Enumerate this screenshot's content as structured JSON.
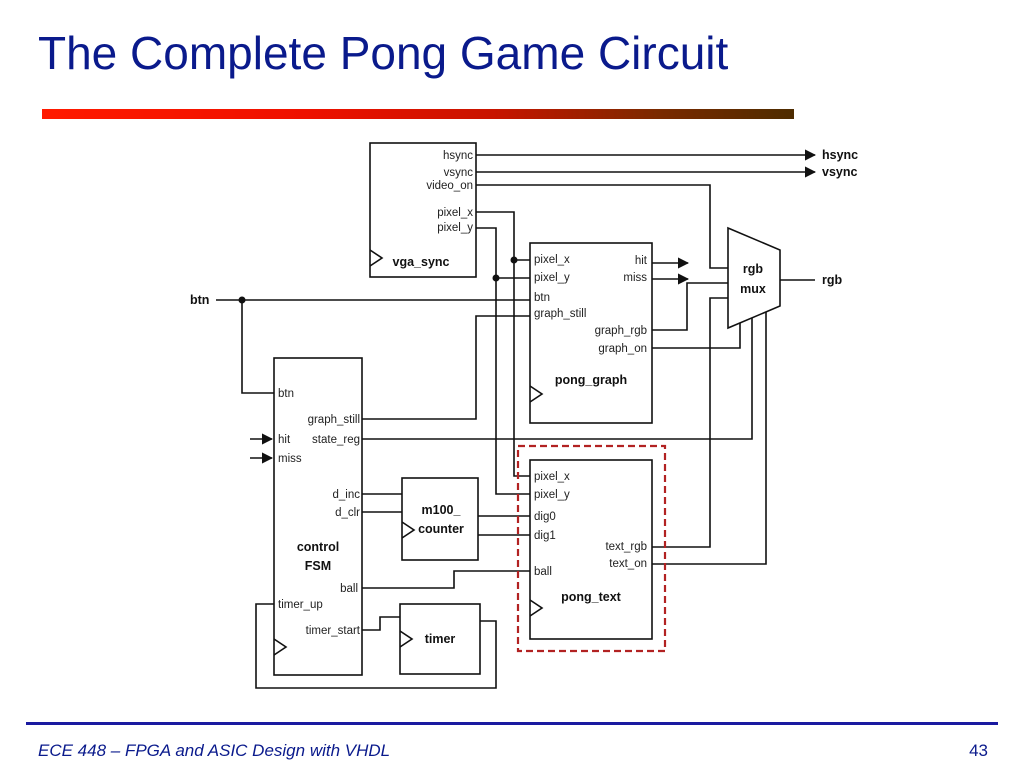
{
  "slide": {
    "title": "The Complete Pong Game Circuit",
    "footer": "ECE 448 – FPGA and ASIC Design with VHDL",
    "page_number": "43",
    "accent_colors": [
      "#ff1a00",
      "#4e2c00"
    ],
    "title_color": "#0a1a8c"
  },
  "diagram": {
    "external": {
      "btn": "btn",
      "hsync": "hsync",
      "vsync": "vsync",
      "rgb": "rgb"
    },
    "vga_sync": {
      "name": "vga_sync",
      "hsync": "hsync",
      "vsync": "vsync",
      "video_on": "video_on",
      "pixel_x": "pixel_x",
      "pixel_y": "pixel_y"
    },
    "pong_graph": {
      "name": "pong_graph",
      "pixel_x": "pixel_x",
      "pixel_y": "pixel_y",
      "btn": "btn",
      "graph_still": "graph_still",
      "hit": "hit",
      "miss": "miss",
      "graph_rgb": "graph_rgb",
      "graph_on": "graph_on"
    },
    "rgb_mux": {
      "line1": "rgb",
      "line2": "mux"
    },
    "control": {
      "name1": "control",
      "name2": "FSM",
      "btn": "btn",
      "graph_still": "graph_still",
      "hit": "hit",
      "state_reg": "state_reg",
      "miss": "miss",
      "d_inc": "d_inc",
      "d_clr": "d_clr",
      "ball": "ball",
      "timer_up": "timer_up",
      "timer_start": "timer_start"
    },
    "counter": {
      "name1": "m100_",
      "name2": "counter"
    },
    "timer": {
      "name": "timer"
    },
    "pong_text": {
      "name": "pong_text",
      "pixel_x": "pixel_x",
      "pixel_y": "pixel_y",
      "dig0": "dig0",
      "dig1": "dig1",
      "ball": "ball",
      "text_rgb": "text_rgb",
      "text_on": "text_on"
    }
  }
}
